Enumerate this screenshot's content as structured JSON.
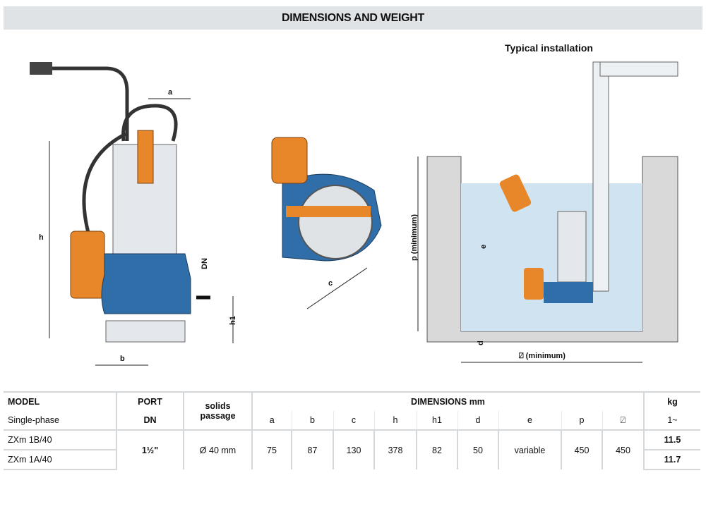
{
  "title": "DIMENSIONS AND WEIGHT",
  "installation_title": "Typical installation",
  "drawing_labels": {
    "a": "a",
    "b": "b",
    "c": "c",
    "h": "h",
    "h1": "h1",
    "DN": "DN",
    "p": "p  (minimum)",
    "e": "e",
    "d": "d",
    "square": "⍁ (minimum)"
  },
  "table": {
    "headers": {
      "model": "MODEL",
      "model_sub": "Single-phase",
      "port": "PORT",
      "port_sub": "DN",
      "solids": "solids",
      "solids_sub": "passage",
      "dimensions": "DIMENSIONS mm",
      "kg": "kg",
      "kg_sub": "1~",
      "dim_cols": [
        "a",
        "b",
        "c",
        "h",
        "h1",
        "d",
        "e",
        "p",
        "⍁"
      ]
    },
    "port_value": "1½\"",
    "solids_value": "Ø 40 mm",
    "dim_values": [
      "75",
      "87",
      "130",
      "378",
      "82",
      "50",
      "variable",
      "450",
      "450"
    ],
    "rows": [
      {
        "model": "ZXm 1B/40",
        "kg": "11.5"
      },
      {
        "model": "ZXm 1A/40",
        "kg": "11.7"
      }
    ]
  },
  "colors": {
    "pump_blue": "#2f6ea8",
    "float_orange": "#e8862a",
    "water": "#cfe4f0",
    "wall": "#d9d9d9"
  }
}
